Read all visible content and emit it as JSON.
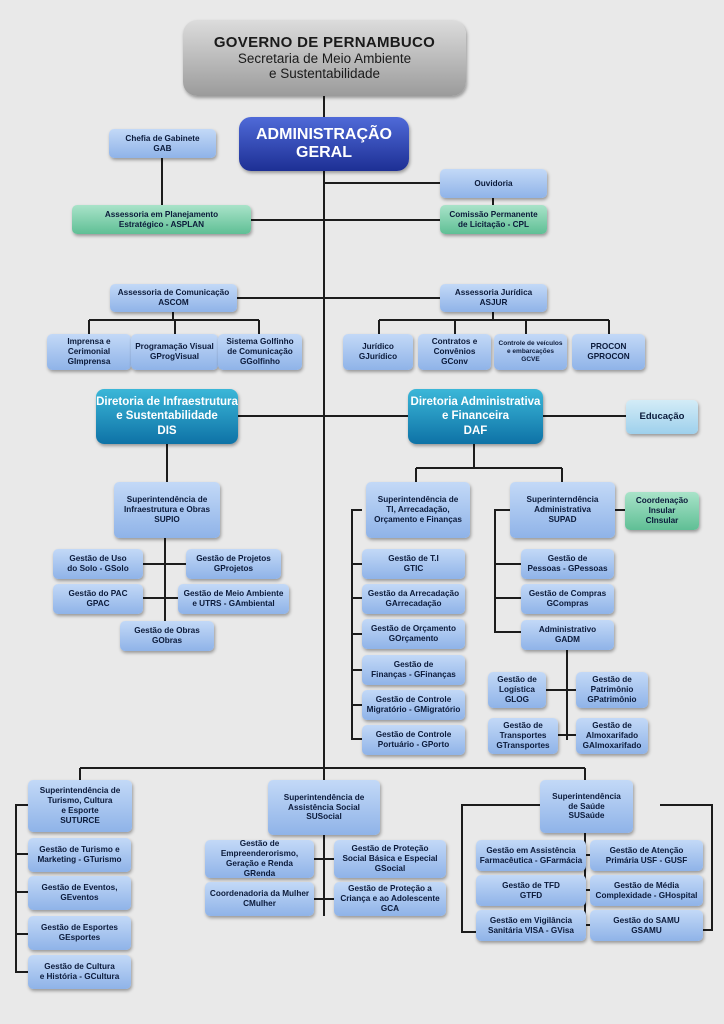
{
  "header": {
    "line1": "GOVERNO DE PERNAMBUCO",
    "line2": "Secretaria de Meio Ambiente",
    "line3": "e Sustentabilidade"
  },
  "admin": {
    "line1": "ADMINISTRAÇÃO",
    "line2": "GERAL"
  },
  "gab": {
    "line1": "Chefia de Gabinete",
    "line2": "GAB"
  },
  "asplan": {
    "line1": "Assessoria em Planejamento",
    "line2": "Estratégico - ASPLAN"
  },
  "ouvidoria": {
    "line1": "Ouvidoria"
  },
  "cpl": {
    "line1": "Comissão Permanente",
    "line2": "de Licitação - CPL"
  },
  "ascom": {
    "line1": "Assessoria de Comunicação",
    "line2": "ASCOM",
    "children": [
      {
        "lines": [
          "Imprensa e",
          "Cerimonial",
          "GImprensa"
        ]
      },
      {
        "lines": [
          "Programação Visual",
          "GProgVisual"
        ]
      },
      {
        "lines": [
          "Sistema Golfinho",
          "de Comunicação",
          "GGolfinho"
        ]
      }
    ]
  },
  "asjur": {
    "line1": "Assessoria Jurídica",
    "line2": "ASJUR",
    "children": [
      {
        "lines": [
          "Jurídico",
          "GJurídico"
        ]
      },
      {
        "lines": [
          "Contratos e",
          "Convênios",
          "GConv"
        ]
      },
      {
        "lines": [
          "Controle de veículos",
          "e embarcações",
          "GCVE"
        ]
      },
      {
        "lines": [
          "PROCON",
          "GPROCON"
        ]
      }
    ]
  },
  "dis": {
    "line1": "Diretoria de Infraestrutura",
    "line2": "e Sustentabilidade",
    "line3": "DIS"
  },
  "daf": {
    "line1": "Diretoria Administrativa",
    "line2": "e Financeira",
    "line3": "DAF"
  },
  "educacao": {
    "line1": "Educação"
  },
  "supio": {
    "lines": [
      "Superintendência de",
      "Infraestrutura e Obras",
      "SUPIO"
    ],
    "children": [
      {
        "lines": [
          "Gestão de Uso",
          "do Solo - GSolo"
        ]
      },
      {
        "lines": [
          "Gestão de Projetos",
          "GProjetos"
        ]
      },
      {
        "lines": [
          "Gestão do PAC",
          "GPAC"
        ]
      },
      {
        "lines": [
          "Gestão de Meio Ambiente",
          "e UTRS - GAmbiental"
        ]
      },
      {
        "lines": [
          "Gestão de Obras",
          "GObras"
        ]
      }
    ]
  },
  "ti": {
    "lines": [
      "Superintendência de",
      "TI, Arrecadação,",
      "Orçamento e Finanças"
    ],
    "children": [
      {
        "lines": [
          "Gestão de T.I",
          "GTIC"
        ]
      },
      {
        "lines": [
          "Gestão da Arrecadação",
          "GArrecadação"
        ]
      },
      {
        "lines": [
          "Gestão de Orçamento",
          "GOrçamento"
        ]
      },
      {
        "lines": [
          "Gestão de",
          "Finanças - GFinanças"
        ]
      },
      {
        "lines": [
          "Gestão de Controle",
          "Migratório - GMigratório"
        ]
      },
      {
        "lines": [
          "Gestão de Controle",
          "Portuário - GPorto"
        ]
      }
    ]
  },
  "supad": {
    "lines": [
      "Superinterndência",
      "Administrativa",
      "SUPAD"
    ],
    "children": [
      {
        "lines": [
          "Gestão de",
          "Pessoas - GPessoas"
        ]
      },
      {
        "lines": [
          "Gestão de Compras",
          "GCompras"
        ]
      }
    ]
  },
  "cinsular": {
    "lines": [
      "Coordenação",
      "Insular",
      "CInsular"
    ]
  },
  "gadm": {
    "lines": [
      "Administrativo",
      "GADM"
    ],
    "children": [
      {
        "lines": [
          "Gestão de",
          "Logística",
          "GLOG"
        ]
      },
      {
        "lines": [
          "Gestão de",
          "Patrimônio",
          "GPatrimônio"
        ]
      },
      {
        "lines": [
          "Gestão de",
          "Transportes",
          "GTransportes"
        ]
      },
      {
        "lines": [
          "Gestão de",
          "Almoxarifado",
          "GAlmoxarifado"
        ]
      }
    ]
  },
  "suturce": {
    "lines": [
      "Superintendência de",
      "Turismo, Cultura",
      "e Esporte",
      "SUTURCE"
    ],
    "children": [
      {
        "lines": [
          "Gestão de Turismo e",
          "Marketing - GTurismo"
        ]
      },
      {
        "lines": [
          "Gestão de Eventos,",
          "GEventos"
        ]
      },
      {
        "lines": [
          "Gestão de Esportes",
          "GEsportes"
        ]
      },
      {
        "lines": [
          "Gestão de Cultura",
          "e História - GCultura"
        ]
      }
    ]
  },
  "susocial": {
    "lines": [
      "Superintendência de",
      "Assistência Social",
      "SUSocial"
    ],
    "children": [
      {
        "lines": [
          "Gestão de",
          "Empreenderorismo,",
          "Geração e Renda",
          "GRenda"
        ]
      },
      {
        "lines": [
          "Gestão de Proteção",
          "Social Básica e Especial",
          "GSocial"
        ]
      },
      {
        "lines": [
          "Coordenadoria da Mulher",
          "CMulher"
        ]
      },
      {
        "lines": [
          "Gestão de Proteção a",
          "Criança e ao Adolescente",
          "GCA"
        ]
      }
    ]
  },
  "susaude": {
    "lines": [
      "Superintendência",
      "de Saúde",
      "SUSaúde"
    ],
    "children": [
      {
        "lines": [
          "Gestão em Assistência",
          "Farmacêutica - GFarmácia"
        ]
      },
      {
        "lines": [
          "Gestão de Atenção",
          "Primária USF - GUSF"
        ]
      },
      {
        "lines": [
          "Gestão de TFD",
          "GTFD"
        ]
      },
      {
        "lines": [
          "Gestão de Média",
          "Complexidade - GHospital"
        ]
      },
      {
        "lines": [
          "Gestão em Vigilância",
          "Sanitária VISA - GVisa"
        ]
      },
      {
        "lines": [
          "Gestão do SAMU",
          "GSAMU"
        ]
      }
    ]
  }
}
